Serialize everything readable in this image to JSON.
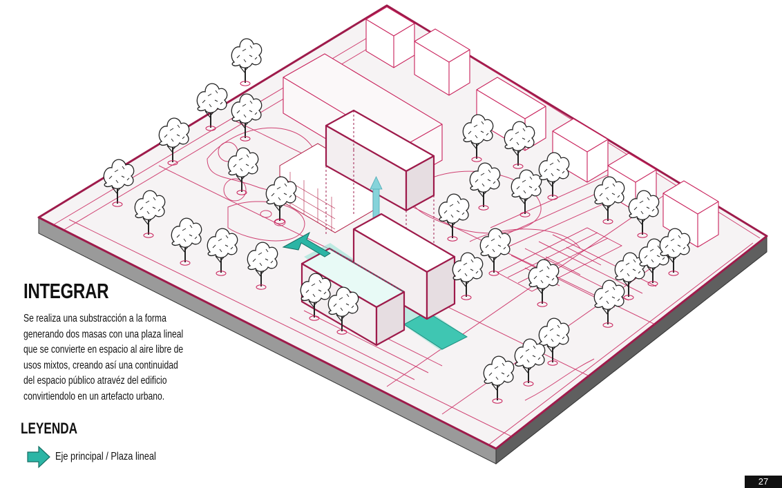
{
  "diagram": {
    "title": "INTEGRAR",
    "description_lines": [
      "Se realiza una substracción a la forma",
      "generando dos masas con una plaza lineal",
      "que se convierte en espacio al aire libre de",
      "usos mixtos, creando así una continuidad",
      "del espacio público atravéz del edificio",
      "convirtiendolo en un artefacto urbano."
    ]
  },
  "legend": {
    "title": "LEYENDA",
    "items": [
      {
        "icon": "teal-arrow-icon",
        "label": "Eje principal / Plaza lineal"
      }
    ]
  },
  "page": {
    "number": "27"
  },
  "colors": {
    "site_outline": "#9e1b4b",
    "plan_lines": "#c8205a",
    "highlight_teal": "#3fc6b2",
    "teal_arrow": "#2bb5a5",
    "vertical_arrow": "#7ccfd6",
    "building_outline": "#9e1b4b",
    "tree_ink": "#222222",
    "page_badge": "#111111"
  }
}
